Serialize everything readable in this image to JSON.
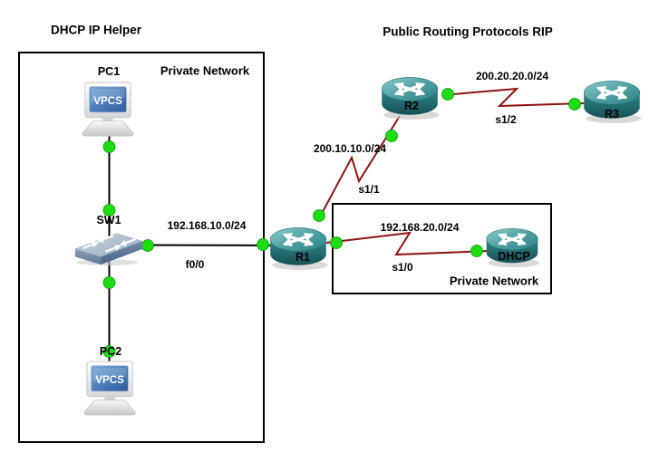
{
  "diagram": {
    "title_left": "DHCP IP Helper",
    "title_right": "Public Routing Protocols RIP"
  },
  "zones": {
    "left": {
      "label": "Private Network"
    },
    "right": {
      "label": "Private Network"
    }
  },
  "devices": {
    "pc1": {
      "label": "PC1",
      "type": "vpcs-host",
      "screen": "VPCS"
    },
    "sw1": {
      "label": "SW1",
      "type": "ethernet-switch"
    },
    "pc2": {
      "label": "PC2",
      "type": "vpcs-host",
      "screen": "VPCS"
    },
    "r1": {
      "label": "R1",
      "type": "router"
    },
    "r2": {
      "label": "R2",
      "type": "router"
    },
    "r3": {
      "label": "R3",
      "type": "router"
    },
    "dhcp": {
      "label": "DHCP",
      "type": "router"
    }
  },
  "links": {
    "pc1_sw1": {
      "type": "ethernet"
    },
    "sw1_pc2": {
      "type": "ethernet"
    },
    "sw1_r1": {
      "type": "ethernet",
      "network": "192.168.10.0/24",
      "interface": "f0/0"
    },
    "r1_r2": {
      "type": "serial",
      "network": "200.10.10.0/24",
      "interface": "s1/1"
    },
    "r2_r3": {
      "type": "serial",
      "network": "200.20.20.0/24",
      "interface": "s1/2"
    },
    "r1_dhcp": {
      "type": "serial",
      "network": "192.168.20.0/24",
      "interface": "s1/0"
    }
  },
  "colors": {
    "background": "#ffffff",
    "zone_border": "#000000",
    "ethernet_link": "#000000",
    "serial_link": "#8e1212",
    "link_status_up": "#1ddd12",
    "router_teal": "#2e8487",
    "switch_blue_gray": "#8ba2bd",
    "vpcs_screen_blue": "#3c6eae"
  }
}
